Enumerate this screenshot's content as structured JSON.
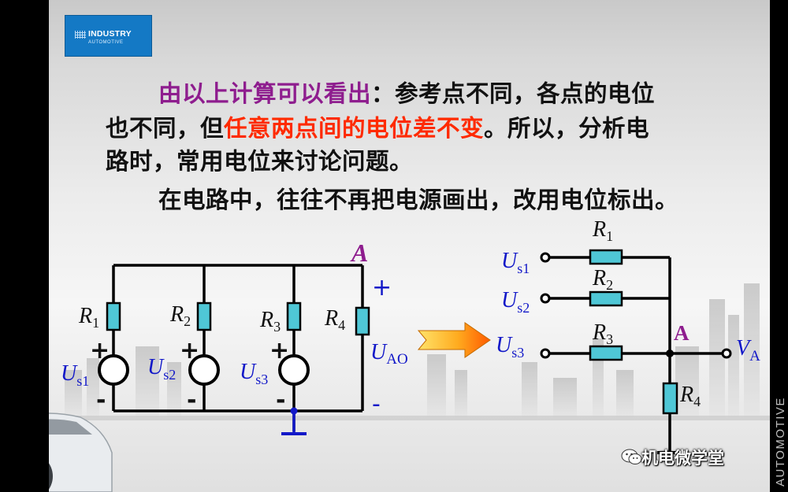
{
  "logo": {
    "line1": "INDUSTRY",
    "line2": "AUTOMOTIVE"
  },
  "paragraph": {
    "line1_purple": "由以上计算可以看出",
    "line1_rest": "：参考点不同，各点的电位",
    "line2_a": "也不同，但",
    "line2_red": "任意两点间的电位差不变",
    "line2_b": "。所以，分析电",
    "line3": "路时，常用电位来讨论问题。",
    "line4": "在电路中，往往不再把电源画出，改用电位标出。"
  },
  "left_circuit": {
    "node": "A",
    "plus": "+",
    "minus": "-",
    "resistors": [
      {
        "letter": "R",
        "sub": "1"
      },
      {
        "letter": "R",
        "sub": "2"
      },
      {
        "letter": "R",
        "sub": "3"
      },
      {
        "letter": "R",
        "sub": "4"
      }
    ],
    "sources": [
      {
        "letter": "U",
        "sub": "s1"
      },
      {
        "letter": "U",
        "sub": "s2"
      },
      {
        "letter": "U",
        "sub": "s3"
      }
    ],
    "voltage": {
      "letter": "U",
      "sub": "AO"
    }
  },
  "right_circuit": {
    "node": "A",
    "inputs": [
      {
        "letter": "U",
        "sub": "s1"
      },
      {
        "letter": "U",
        "sub": "s2"
      },
      {
        "letter": "U",
        "sub": "s3"
      }
    ],
    "resistors": [
      {
        "letter": "R",
        "sub": "1"
      },
      {
        "letter": "R",
        "sub": "2"
      },
      {
        "letter": "R",
        "sub": "3"
      },
      {
        "letter": "R",
        "sub": "4"
      }
    ],
    "output": {
      "letter": "V",
      "sub": "A"
    }
  },
  "side_text": "AUTOMOTIVE",
  "watermark": "机电微学堂",
  "colors": {
    "wire": "#000000",
    "resistor": "#4fc7d6",
    "label_blue": "#1218c8",
    "node_purple": "#8e1d8e",
    "emphasis_red": "#ff2a00",
    "logo_blue": "#1479c5"
  }
}
